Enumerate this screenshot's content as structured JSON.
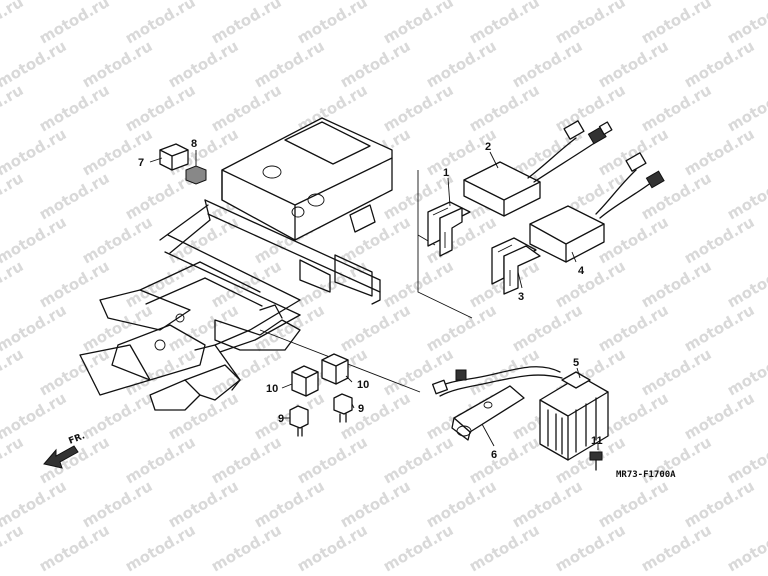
{
  "watermark": "motod.ru",
  "diagram_code": "MR73-F1700A",
  "front_label": "FR.",
  "callouts": [
    "1",
    "2",
    "3",
    "4",
    "5",
    "6",
    "7",
    "8",
    "9",
    "9",
    "10",
    "10",
    "11"
  ]
}
